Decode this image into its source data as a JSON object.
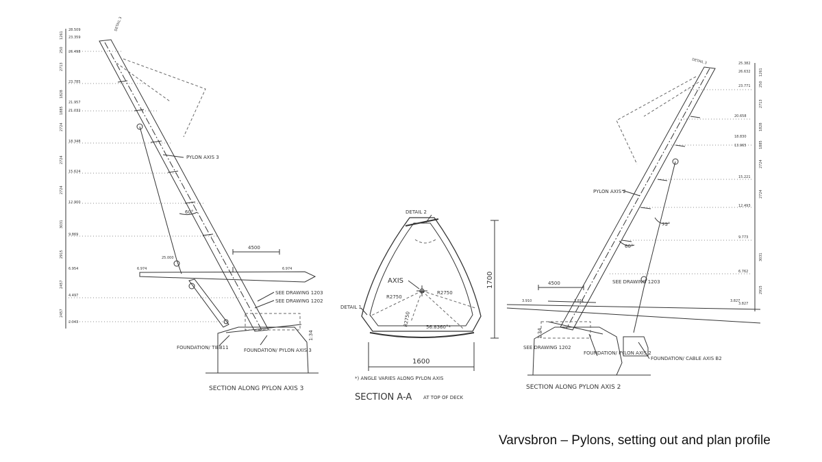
{
  "caption": "Varvsbron – Pylons, setting out and plan profile",
  "left_view": {
    "title": "SECTION ALONG PYLON AXIS 3",
    "pylon_label": "PYLON AXIS 3",
    "detail_label": "DETAIL 3",
    "angle_label": "60°",
    "dim_4500": "4500",
    "see_drawing_1203": "SEE DRAWING 1203",
    "see_drawing_1202": "SEE DRAWING 1202",
    "foundation_tieb": "FOUNDATION/ TIEB11",
    "foundation_pylon": "FOUNDATION/ PYLON AXIS 3",
    "slope_label": "1:34",
    "level_deck_left": "6.974",
    "level_deck_right": "6.974",
    "level_joint": "25.000",
    "levels": [
      "28.509",
      "23.359",
      "26.498",
      "23.785",
      "21.957",
      "21.032",
      "18.348",
      "15.624",
      "12.900",
      "9.869",
      "6.954",
      "4.497",
      "2.043"
    ],
    "side_dims": [
      "1261",
      "250",
      "2713",
      "1828",
      "1885",
      "2724",
      "2724",
      "2724",
      "3031",
      "2915",
      "2457",
      "2457"
    ]
  },
  "middle_view": {
    "title": "SECTION A-A",
    "subtitle": "AT TOP OF DECK",
    "note": "*) ANGLE VARIES ALONG PYLON AXIS",
    "detail_2": "DETAIL 2",
    "detail_1": "DETAIL 1",
    "axis_label": "AXIS",
    "r_left": "R2750",
    "r_right": "R2750",
    "r_bottom": "R2750",
    "angle": "56.8360°*",
    "width": "1600",
    "height": "1700"
  },
  "right_view": {
    "title": "SECTION ALONG PYLON AXIS 2",
    "pylon_label": "PYLON AXIS 2",
    "detail_label": "DETAIL 3",
    "angle_60": "60°",
    "angle_75": "75°",
    "dim_4500": "4500",
    "see_drawing_1203": "SEE DRAWING 1203",
    "see_drawing_1202": "SEE DRAWING 1202",
    "foundation_pylon": "FOUNDATION/ PYLON AXIS 2",
    "foundation_cable": "FOUNDATION/ CABLE AXIS B2",
    "slope_label": "1:34",
    "level_deck_left": "3.910",
    "level_deck_mid": "3.811",
    "level_deck_right": "3.827",
    "levels": [
      "25.382",
      "26.632",
      "23.771",
      "20.658",
      "18.830",
      "13.965",
      "15.221",
      "12.493",
      "9.773",
      "6.762",
      "3.827"
    ],
    "side_dims": [
      "1261",
      "250",
      "2713",
      "1828",
      "1885",
      "2724",
      "2724",
      "3031",
      "2915"
    ]
  }
}
